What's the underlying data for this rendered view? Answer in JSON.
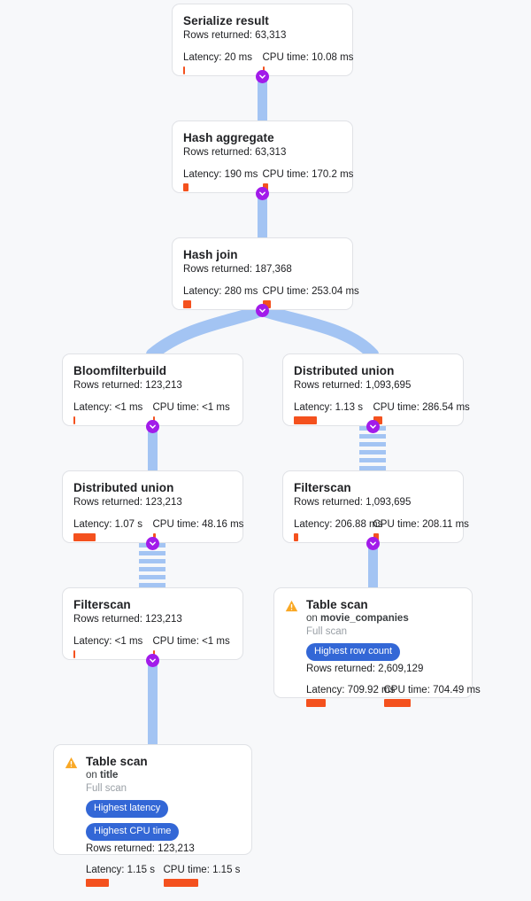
{
  "theme": {
    "background": "#f7f8fa",
    "node_bg": "#ffffff",
    "node_border": "#e0e2e6",
    "edge_color": "#a3c4f3",
    "badge_purple": "#a21bea",
    "badge_blue": "#3367d6",
    "metric_bar": "#f4511e",
    "warning_orange": "#f9a825"
  },
  "labels": {
    "rows_prefix": "Rows returned: ",
    "latency_prefix": "Latency: ",
    "cpu_prefix": "CPU time: ",
    "on_prefix": "on ",
    "full_scan": "Full scan"
  },
  "icons": {
    "edge_chevron": "chevron-down-icon",
    "warning": "warning-triangle-icon"
  },
  "nodes": [
    {
      "id": "serialize-result",
      "title": "Serialize result",
      "rows": "Rows returned: 63,313",
      "latency": "Latency: 20 ms",
      "cpu": "CPU time: 10.08 ms",
      "latency_bar": 2,
      "cpu_bar": 2,
      "warning": false,
      "badges": []
    },
    {
      "id": "hash-aggregate",
      "title": "Hash aggregate",
      "rows": "Rows returned: 63,313",
      "latency": "Latency: 190 ms",
      "cpu": "CPU time: 170.2 ms",
      "latency_bar": 6,
      "cpu_bar": 6,
      "warning": false,
      "badges": []
    },
    {
      "id": "hash-join",
      "title": "Hash join",
      "rows": "Rows returned: 187,368",
      "latency": "Latency: 280 ms",
      "cpu": "CPU time: 253.04 ms",
      "latency_bar": 9,
      "cpu_bar": 9,
      "warning": false,
      "badges": []
    },
    {
      "id": "bloomfilterbuild",
      "title": "Bloomfilterbuild",
      "rows": "Rows returned: 123,213",
      "latency": "Latency: <1 ms",
      "cpu": "CPU time: <1 ms",
      "latency_bar": 2,
      "cpu_bar": 2,
      "warning": false,
      "badges": []
    },
    {
      "id": "distributed-union-right",
      "title": "Distributed union",
      "rows": "Rows returned: 1,093,695",
      "latency": "Latency: 1.13 s",
      "cpu": "CPU time: 286.54 ms",
      "latency_bar": 26,
      "cpu_bar": 10,
      "warning": false,
      "badges": []
    },
    {
      "id": "distributed-union-left",
      "title": "Distributed union",
      "rows": "Rows returned: 123,213",
      "latency": "Latency: 1.07 s",
      "cpu": "CPU time: 48.16 ms",
      "latency_bar": 25,
      "cpu_bar": 3,
      "warning": false,
      "badges": []
    },
    {
      "id": "filterscan-right",
      "title": "Filterscan",
      "rows": "Rows returned: 1,093,695",
      "latency": "Latency: 206.88 ms",
      "cpu": "CPU time: 208.11 ms",
      "latency_bar": 5,
      "cpu_bar": 6,
      "warning": false,
      "badges": []
    },
    {
      "id": "filterscan-left",
      "title": "Filterscan",
      "rows": "Rows returned: 123,213",
      "latency": "Latency: <1 ms",
      "cpu": "CPU time: <1 ms",
      "latency_bar": 2,
      "cpu_bar": 2,
      "warning": false,
      "badges": []
    },
    {
      "id": "table-scan-movie-companies",
      "title": "Table scan",
      "on_table": "movie_companies",
      "scan_type": "Full scan",
      "rows": "Rows returned: 2,609,129",
      "latency": "Latency: 709.92 ms",
      "cpu": "CPU time: 704.49 ms",
      "latency_bar": 22,
      "cpu_bar": 30,
      "warning": true,
      "badges": [
        "Highest row count"
      ]
    },
    {
      "id": "table-scan-title",
      "title": "Table scan",
      "on_table": "title",
      "scan_type": "Full scan",
      "rows": "Rows returned: 123,213",
      "latency": "Latency: 1.15 s",
      "cpu": "CPU time: 1.15 s",
      "latency_bar": 26,
      "cpu_bar": 39,
      "warning": true,
      "badges": [
        "Highest latency",
        "Highest CPU time"
      ]
    }
  ]
}
